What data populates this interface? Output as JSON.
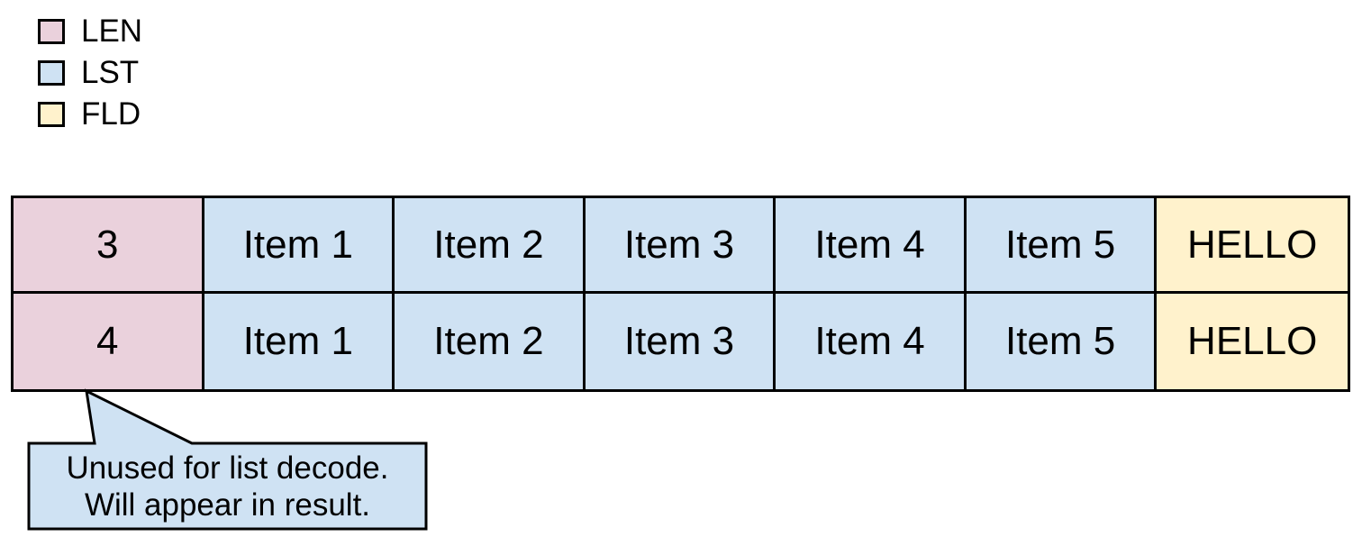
{
  "colors": {
    "background": "#ffffff",
    "text": "#000000",
    "border": "#000000",
    "len": "#ead1dc",
    "lst": "#cfe2f3",
    "fld": "#fff2cc"
  },
  "legend": {
    "items": [
      {
        "key": "len",
        "label": "LEN"
      },
      {
        "key": "lst",
        "label": "LST"
      },
      {
        "key": "fld",
        "label": "FLD"
      }
    ]
  },
  "table": {
    "rows": [
      {
        "cells": [
          {
            "type": "len",
            "text": "3"
          },
          {
            "type": "lst",
            "text": "Item 1"
          },
          {
            "type": "lst",
            "text": "Item 2"
          },
          {
            "type": "lst",
            "text": "Item 3"
          },
          {
            "type": "lst",
            "text": "Item 4"
          },
          {
            "type": "lst",
            "text": "Item 5"
          },
          {
            "type": "fld",
            "text": "HELLO"
          }
        ]
      },
      {
        "cells": [
          {
            "type": "len",
            "text": "4"
          },
          {
            "type": "lst",
            "text": "Item 1"
          },
          {
            "type": "lst",
            "text": "Item 2"
          },
          {
            "type": "lst",
            "text": "Item 3"
          },
          {
            "type": "lst",
            "text": "Item 4"
          },
          {
            "type": "lst",
            "text": "Item 5"
          },
          {
            "type": "fld",
            "text": "HELLO"
          }
        ]
      }
    ]
  },
  "callout": {
    "line1": "Unused for list decode.",
    "line2": "Will appear in result."
  }
}
